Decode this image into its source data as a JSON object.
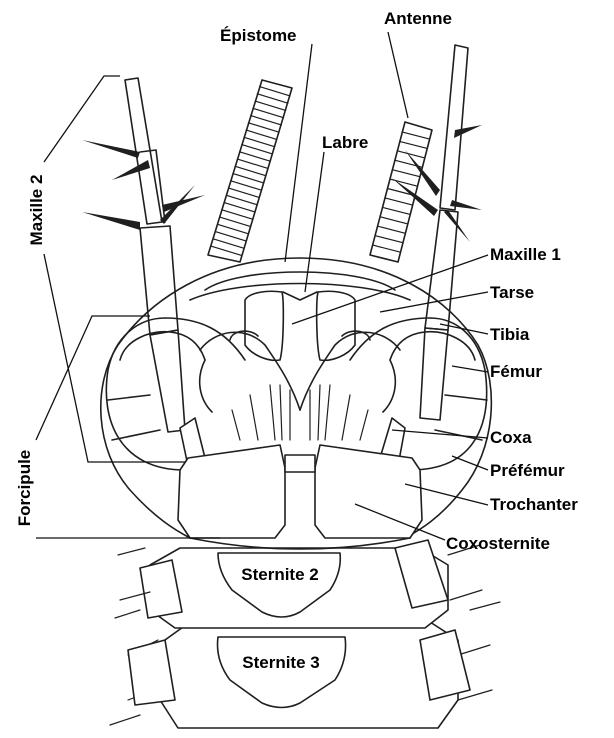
{
  "labels": {
    "antenne": "Antenne",
    "epistome": "Épistome",
    "labre": "Labre",
    "maxille1": "Maxille 1",
    "tarse": "Tarse",
    "tibia": "Tibia",
    "femur": "Fémur",
    "coxa": "Coxa",
    "prefemur": "Préfémur",
    "trochanter": "Trochanter",
    "coxosternite": "Coxosternite",
    "maxille2": "Maxille 2",
    "forcipule": "Forcipule",
    "sternite2": "Sternite 2",
    "sternite3": "Sternite 3"
  }
}
